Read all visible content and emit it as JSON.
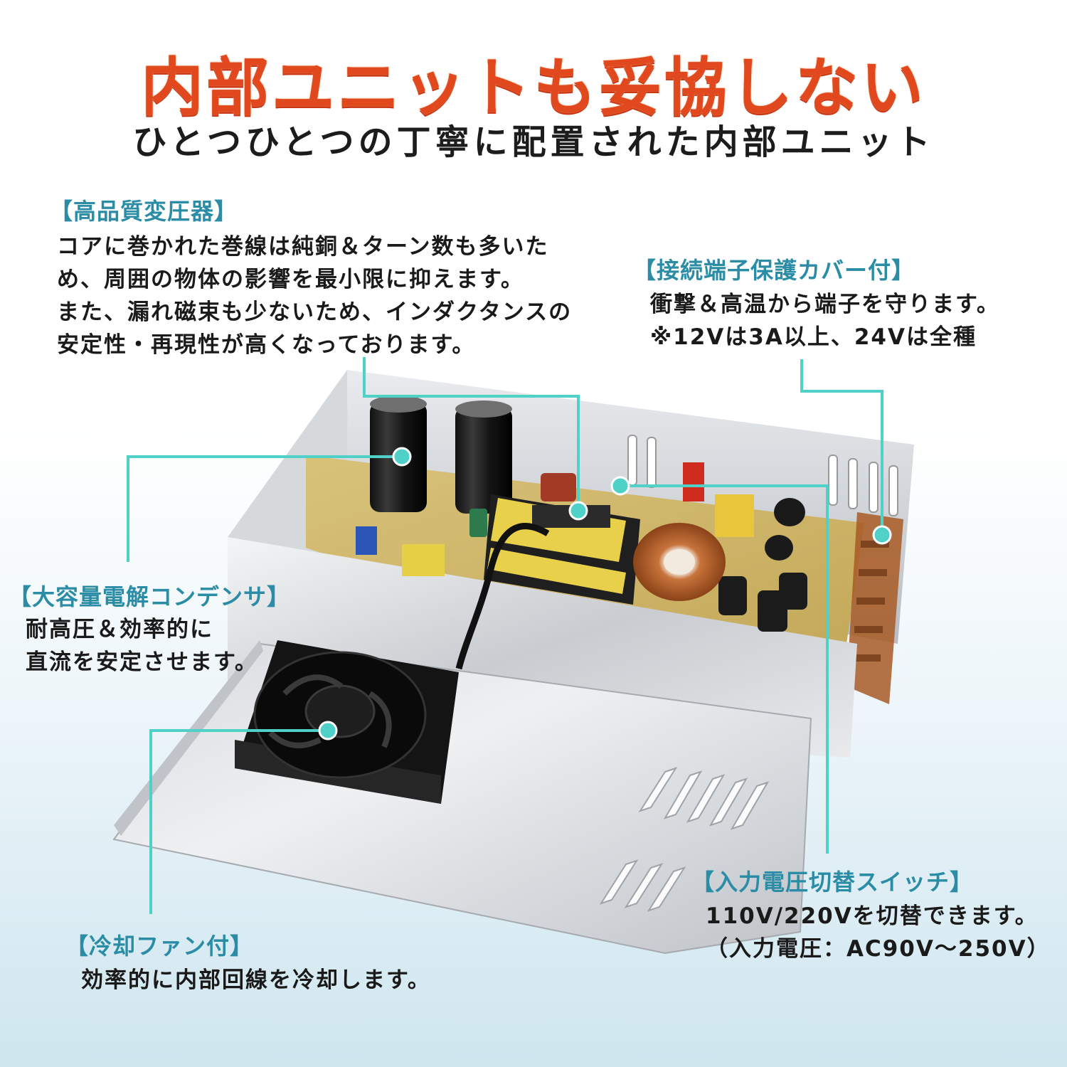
{
  "headline": "内部ユニットも妥協しない",
  "subline": "ひとつひとつの丁寧に配置された内部ユニット",
  "colors": {
    "headline": "#e2481d",
    "heading_accent": "#2b8ca6",
    "leader_line": "#4fd1c8"
  },
  "callouts": {
    "transformer": {
      "heading": "【高品質変圧器】",
      "lines": [
        "コアに巻かれた巻線は純銅＆ターン数も多いた",
        "め、周囲の物体の影響を最小限に抑えます。",
        "また、漏れ磁束も少ないため、インダクタンスの",
        "安定性・再現性が高くなっております。"
      ]
    },
    "terminal_cover": {
      "heading": "【接続端子保護カバー付】",
      "lines": [
        "衝撃＆高温から端子を守ります。",
        "※12Vは3A以上、24Vは全種"
      ]
    },
    "capacitor": {
      "heading": "【大容量電解コンデンサ】",
      "lines": [
        "耐高圧＆効率的に",
        "直流を安定させます。"
      ]
    },
    "fan": {
      "heading": "【冷却ファン付】",
      "lines": [
        "効率的に内部回線を冷却します。"
      ]
    },
    "voltage_switch": {
      "heading": "【入力電圧切替スイッチ】",
      "lines": [
        "110V/220Vを切替できます。",
        "（入力電圧：AC90V～250V）"
      ]
    }
  }
}
